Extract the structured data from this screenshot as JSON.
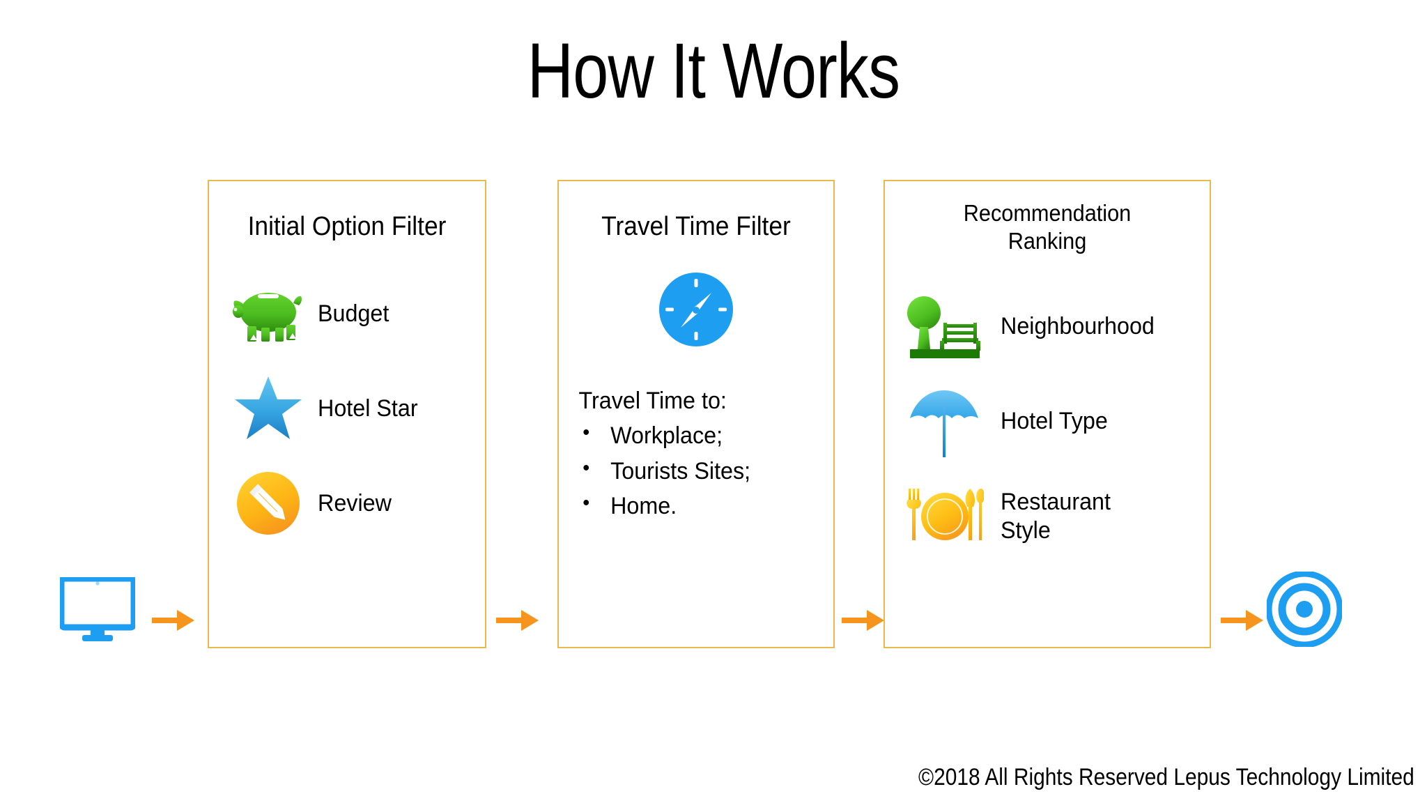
{
  "title": "How It Works",
  "footer": "©2018 All Rights Reserved Lepus Technology Limited",
  "colors": {
    "panel_border": "#e9b949",
    "arrow": "#f7941e",
    "accent_blue": "#1e9ef0",
    "green": "#4caf23",
    "orange": "#f9a825"
  },
  "start": {
    "icon": "monitor-icon"
  },
  "end": {
    "icon": "target-icon"
  },
  "arrows": [
    {
      "icon": "arrow-right-icon"
    },
    {
      "icon": "arrow-right-icon"
    },
    {
      "icon": "arrow-right-icon"
    },
    {
      "icon": "arrow-right-icon"
    }
  ],
  "panels": [
    {
      "title": "Initial Option Filter",
      "rows": [
        {
          "icon": "piggy-bank-icon",
          "label": "Budget"
        },
        {
          "icon": "star-icon",
          "label": "Hotel Star"
        },
        {
          "icon": "pencil-circle-icon",
          "label": "Review"
        }
      ]
    },
    {
      "title": "Travel Time Filter",
      "icon": "compass-icon",
      "travel_time_heading": "Travel Time to:",
      "travel_time_items": [
        "Workplace;",
        "Tourists Sites;",
        "Home."
      ]
    },
    {
      "title": "Recommendation\nRanking",
      "title_line_1": "Recommendation",
      "title_line_2": "Ranking",
      "rows": [
        {
          "icon": "park-tree-bench-icon",
          "label": "Neighbourhood"
        },
        {
          "icon": "beach-umbrella-icon",
          "label": "Hotel Type"
        },
        {
          "icon": "restaurant-cutlery-icon",
          "label": "Restaurant\nStyle",
          "label_line_1": "Restaurant",
          "label_line_2": "Style"
        }
      ]
    }
  ]
}
